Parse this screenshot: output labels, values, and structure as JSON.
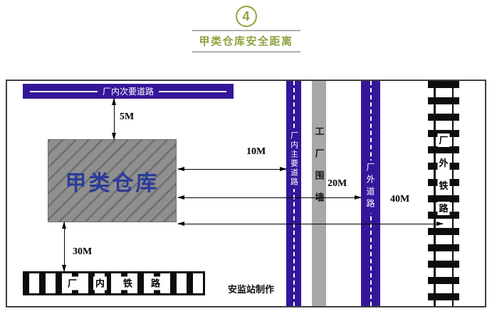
{
  "header": {
    "step_number": "4",
    "title": "甲类仓库安全距离"
  },
  "diagram": {
    "warehouse_label": "甲类仓库",
    "secondary_road_label": "厂内次要道路",
    "main_road_label": "厂内主要道路",
    "factory_wall_label": "工厂围墙",
    "outer_road_label": "厂外道路",
    "outer_railway_chars": [
      "厂",
      "外",
      "铁",
      "路"
    ],
    "inner_railway_chars": [
      "厂",
      "内",
      "铁",
      "路"
    ],
    "distances": {
      "to_secondary_road": "5M",
      "to_main_road": "10M",
      "to_outer_road": "20M",
      "to_outer_railway": "40M",
      "to_inner_railway": "30M"
    },
    "credit": "安监站制作"
  },
  "colors": {
    "accent_green": "#8ca43e",
    "road_purple": "#34169a",
    "warehouse_fill": "#8f8f8f",
    "warehouse_hatch": "#6f6f6f",
    "warehouse_text": "#2b3a9c",
    "wall_gray": "#a8a8a8",
    "rail_black": "#0d0d0d",
    "rule_gray": "#b0b0b0"
  }
}
